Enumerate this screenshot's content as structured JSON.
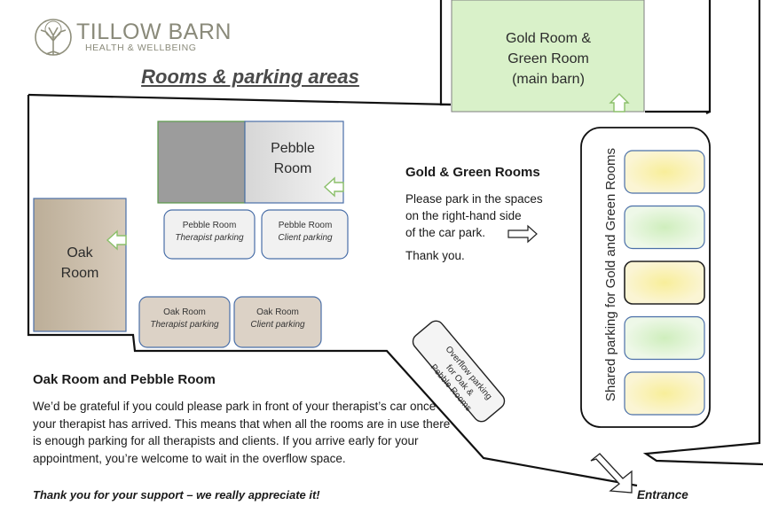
{
  "brand": {
    "name": "TILLOW BARN",
    "subtitle": "HEALTH & WELLBEING",
    "logo_icon": "tree-icon",
    "color": "#8a8a7a"
  },
  "title": "Rooms & parking areas",
  "rooms": {
    "gold": {
      "lines": [
        "Gold Room &",
        "Green Room",
        "(main barn)"
      ],
      "color": "#d8f0c8"
    },
    "pebble": {
      "lines": [
        "Pebble",
        "Room"
      ]
    },
    "oak": {
      "lines": [
        "Oak",
        "Room"
      ],
      "color": "#c8bba8"
    }
  },
  "bays": {
    "pebble_therapist": {
      "title": "Pebble Room",
      "sub": "Therapist parking"
    },
    "pebble_client": {
      "title": "Pebble Room",
      "sub": "Client parking"
    },
    "oak_therapist": {
      "title": "Oak Room",
      "sub": "Therapist parking"
    },
    "oak_client": {
      "title": "Oak Room",
      "sub": "Client parking"
    }
  },
  "gold_green": {
    "heading": "Gold & Green Rooms",
    "lines": [
      "Please park in the spaces",
      "on the right-hand side",
      "of the car park."
    ],
    "thanks": "Thank you."
  },
  "shared_parking": {
    "label": "Shared parking for Gold and Green Rooms",
    "bay_colors": [
      "yellow",
      "green",
      "yellow",
      "green",
      "yellow"
    ]
  },
  "overflow": {
    "lines": [
      "Overflow parking",
      "for Oak &",
      "Pebble Rooms"
    ]
  },
  "oak_pebble": {
    "heading": "Oak Room and Pebble Room",
    "body": "We’d be grateful if you could please park in front of your therapist’s car once your therapist has arrived. This means that when all the rooms are in use there is enough parking for all therapists and clients. If you arrive early for your appointment, you’re welcome to wait in the overflow space."
  },
  "support": "Thank you for your support – we really appreciate it!",
  "entrance": "Entrance"
}
